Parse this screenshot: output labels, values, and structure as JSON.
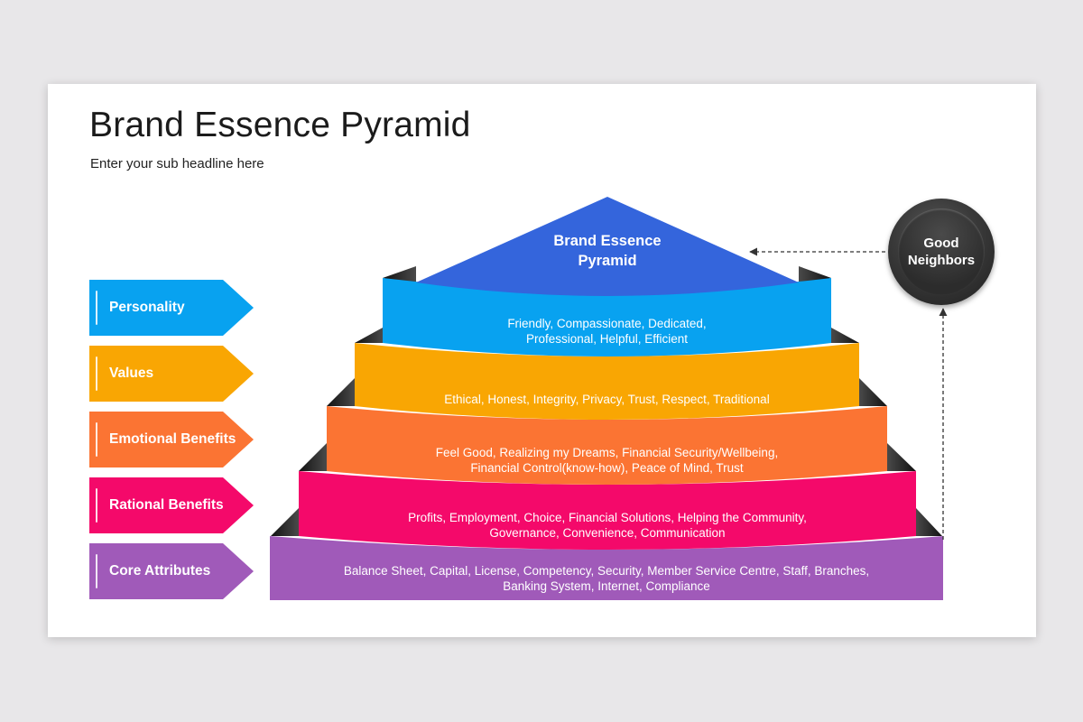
{
  "slide": {
    "title": "Brand Essence Pyramid",
    "subtitle": "Enter your sub headline here"
  },
  "labels": [
    {
      "text": "Personality",
      "color": "#08a2f0"
    },
    {
      "text": "Values",
      "color": "#f9a603"
    },
    {
      "text": "Emotional Benefits",
      "color": "#fb7433"
    },
    {
      "text": "Rational Benefits",
      "color": "#f4096a"
    },
    {
      "text": "Core Attributes",
      "color": "#a05ab9"
    }
  ],
  "pyramid": {
    "apex": {
      "line1": "Brand Essence",
      "line2": "Pyramid",
      "color": "#3465dc"
    },
    "levels": [
      {
        "line1": "Friendly, Compassionate,  Dedicated,",
        "line2": "Professional,  Helpful,  Efficient",
        "color": "#08a2f0"
      },
      {
        "line1": "Ethical, Honest, Integrity, Privacy, Trust, Respect, Traditional",
        "line2": "",
        "color": "#f9a603"
      },
      {
        "line1": "Feel Good, Realizing my Dreams, Financial Security/Wellbeing,",
        "line2": "Financial Control(know-how), Peace  of Mind, Trust",
        "color": "#fb7433"
      },
      {
        "line1": "Profits, Employment, Choice, Financial Solutions, Helping the Community,",
        "line2": "Governance,  Convenience,  Communication",
        "color": "#f4096a"
      },
      {
        "line1": "Balance Sheet, Capital, License, Competency, Security, Member Service Centre, Staff, Branches,",
        "line2": "Banking System, Internet, Compliance",
        "color": "#a05ab9"
      }
    ]
  },
  "badge": {
    "line1": "Good",
    "line2": "Neighbors",
    "icon": "circle-badge"
  }
}
